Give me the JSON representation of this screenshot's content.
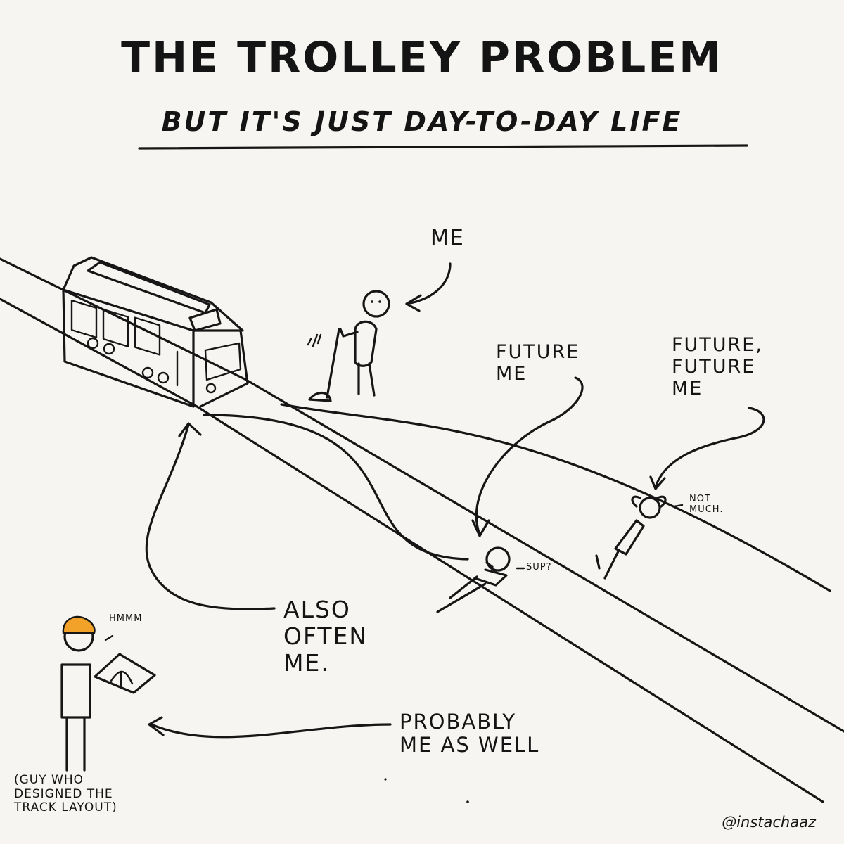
{
  "title": "THE TROLLEY PROBLEM",
  "subtitle": "BUT IT'S JUST DAY-TO-DAY LIFE",
  "labels": {
    "me": "ME",
    "future_me": "FUTURE\nME",
    "future_future_me": "FUTURE,\nFUTURE\nME",
    "also_often_me": "ALSO\nOFTEN\nME.",
    "probably_me": "PROBABLY\nME AS WELL",
    "guy_caption": "(GUY WHO\nDESIGNED THE\nTRACK LAYOUT)",
    "hmmm": "HMMM",
    "sup": "SUP?",
    "not_much": "NOT\nMUCH."
  },
  "credit": "@instachaaz",
  "colors": {
    "ink": "#161616",
    "paper": "#f6f5f1",
    "hard_hat": "#f2a229"
  },
  "icons": [
    "trolley-icon",
    "stick-figure-icon",
    "hard-hat-icon",
    "blueprint-icon",
    "arrow-icon"
  ]
}
